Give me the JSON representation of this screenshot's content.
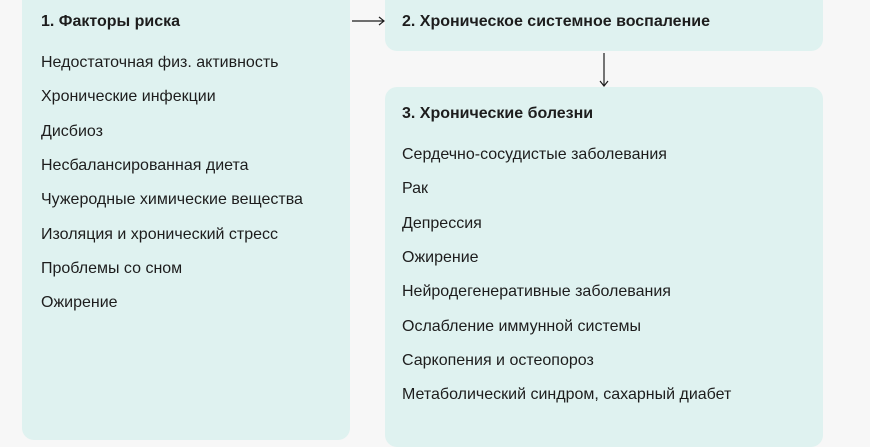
{
  "box1": {
    "title": "1. Факторы риска",
    "items": [
      "Недостаточная физ. активность",
      "Хронические инфекции",
      "Дисбиоз",
      "Несбалансированная диета",
      "Чужеродные химические вещества",
      "Изоляция и хронический стресс",
      "Проблемы со сном",
      "Ожирение"
    ]
  },
  "box2": {
    "title": "2. Хроническое системное воспаление"
  },
  "box3": {
    "title": "3. Хронические болезни",
    "items": [
      "Сердечно-сосудистые заболевания",
      "Рак",
      "Депрессия",
      "Ожирение",
      "Нейродегенеративные заболевания",
      "Ослабление иммунной системы",
      "Саркопения и остеопороз",
      "Метаболический синдром, сахарный диабет"
    ]
  }
}
